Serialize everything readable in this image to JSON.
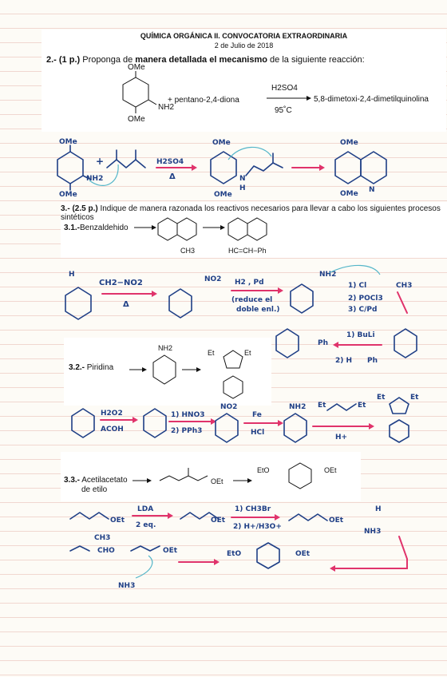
{
  "header": {
    "title": "QUÍMICA ORGÁNICA II. CONVOCATORIA EXTRAORDINARIA",
    "date": "2 de Julio de 2018"
  },
  "q2": {
    "number": "2.- (1 p.)",
    "text_a": "Proponga de ",
    "text_bold": "manera detallada el mecanismo",
    "text_b": " de la siguiente reacción:",
    "ome_top": "OMe",
    "ome_bottom": "OMe",
    "nh2": "NH2",
    "plus_reagent": "+  pentano-2,4-diona",
    "reagent": "H2SO4",
    "temp": "95˚C",
    "product": "5,8-dimetoxi-2,4-dimetilquinolina"
  },
  "q3": {
    "number": "3.- (2.5 p.)",
    "text": "Indique de manera razonada los reactivos necesarios para llevar a cabo los siguientes procesos",
    "text2": "sintéticos",
    "sub1": "3.1.-",
    "sub1_name": "Benzaldehido",
    "sub1_ch3": "CH3",
    "sub1_chain": "HC=CH−Ph",
    "sub2": "3.2.-",
    "sub2_name": "Piridina",
    "sub2_nh2": "NH2",
    "sub2_et1": "Et",
    "sub2_et2": "Et",
    "sub3": "3.3.-",
    "sub3_name1": "Acetilacetato",
    "sub3_name2": "de etilo",
    "sub3_oet": "OEt",
    "sub3_eto": "EtO",
    "sub3_oet2": "OEt"
  },
  "handwritten": {
    "row1": {
      "ome": "OMe",
      "nh2": "NH2",
      "reagent": "H2SO4",
      "heat": "Δ",
      "n": "N",
      "h": "H"
    },
    "row2": {
      "reagent": "CH2−NO2",
      "no2": "NO2",
      "h2pd": "H2 , Pd",
      "reduce1": "(reduce el",
      "reduce2": "doble enl.)",
      "nh2": "NH2",
      "r1": "1) Cl",
      "r1b": "CH3",
      "r2": "2) POCl3",
      "r3": "3) C/Pd",
      "buli": "1) BuLi",
      "r4": "2) H",
      "ph": "Ph"
    },
    "row3": {
      "h2o2": "H2O2",
      "acoh": "ACOH",
      "hno3": "1) HNO3",
      "pph3": "2) PPh3",
      "no2": "NO2",
      "fe": "Fe",
      "hcl": "HCl",
      "nh2": "NH2",
      "hplus": "H+",
      "et": "Et"
    },
    "row4": {
      "lda": "LDA",
      "eq": "2 eq.",
      "ch3br": "1) CH3Br",
      "hydrolysis": "2) H+/H3O+",
      "oet": "OEt",
      "nh3": "NH3",
      "ch3": "CH3",
      "cho": "CHO",
      "eto": "EtO",
      "h": "H"
    }
  },
  "colors": {
    "ink": "#1f3f86",
    "arrow": "#e0336b",
    "teal": "#54b6c9",
    "line": "#f1d7d0"
  }
}
